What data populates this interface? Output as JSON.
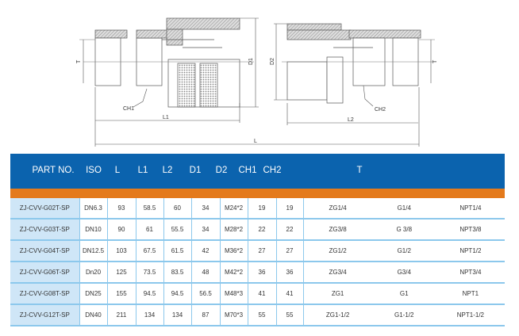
{
  "drawing": {
    "labels": {
      "ch1": "CH1",
      "ch2": "CH2",
      "l1": "L1",
      "l2": "L2",
      "l": "L",
      "d1": "D1",
      "d2": "D2",
      "t_left": "T",
      "t_right": "T"
    }
  },
  "table": {
    "headers": [
      "PART NO.",
      "ISO",
      "L",
      "L1",
      "L2",
      "D1",
      "D2",
      "CH1",
      "CH2",
      "T"
    ],
    "rows": [
      {
        "part": "ZJ-CVV-G02T-SP",
        "iso": "DN6.3",
        "l": "93",
        "l1": "58.5",
        "l2": "60",
        "d1": "34",
        "d2": "M24*2",
        "ch1": "19",
        "ch2": "19",
        "t": [
          "ZG1/4",
          "G1/4",
          "NPT1/4"
        ]
      },
      {
        "part": "ZJ-CVV-G03T-SP",
        "iso": "DN10",
        "l": "90",
        "l1": "61",
        "l2": "55.5",
        "d1": "34",
        "d2": "M28*2",
        "ch1": "22",
        "ch2": "22",
        "t": [
          "ZG3/8",
          "G 3/8",
          "NPT3/8"
        ]
      },
      {
        "part": "ZJ-CVV-G04T-SP",
        "iso": "DN12.5",
        "l": "103",
        "l1": "67.5",
        "l2": "61.5",
        "d1": "42",
        "d2": "M36*2",
        "ch1": "27",
        "ch2": "27",
        "t": [
          "ZG1/2",
          "G1/2",
          "NPT1/2"
        ]
      },
      {
        "part": "ZJ-CVV-G06T-SP",
        "iso": "Dn20",
        "l": "125",
        "l1": "73.5",
        "l2": "83.5",
        "d1": "48",
        "d2": "M42*2",
        "ch1": "36",
        "ch2": "36",
        "t": [
          "ZG3/4",
          "G3/4",
          "NPT3/4"
        ]
      },
      {
        "part": "ZJ-CVV-G08T-SP",
        "iso": "DN25",
        "l": "155",
        "l1": "94.5",
        "l2": "94.5",
        "d1": "56.5",
        "d2": "M48*3",
        "ch1": "41",
        "ch2": "41",
        "t": [
          "ZG1",
          "G1",
          "NPT1"
        ]
      },
      {
        "part": "ZJ-CVV-G12T-SP",
        "iso": "DN40",
        "l": "211",
        "l1": "134",
        "l2": "134",
        "d1": "87",
        "d2": "M70*3",
        "ch1": "55",
        "ch2": "55",
        "t": [
          "ZG1-1/2",
          "G1-1/2",
          "NPT1-1/2"
        ]
      }
    ]
  },
  "colors": {
    "header": "#0b63ae",
    "accent": "#e47a1c",
    "part_cell": "#cfe6f7",
    "grid": "#8cc8ec"
  }
}
